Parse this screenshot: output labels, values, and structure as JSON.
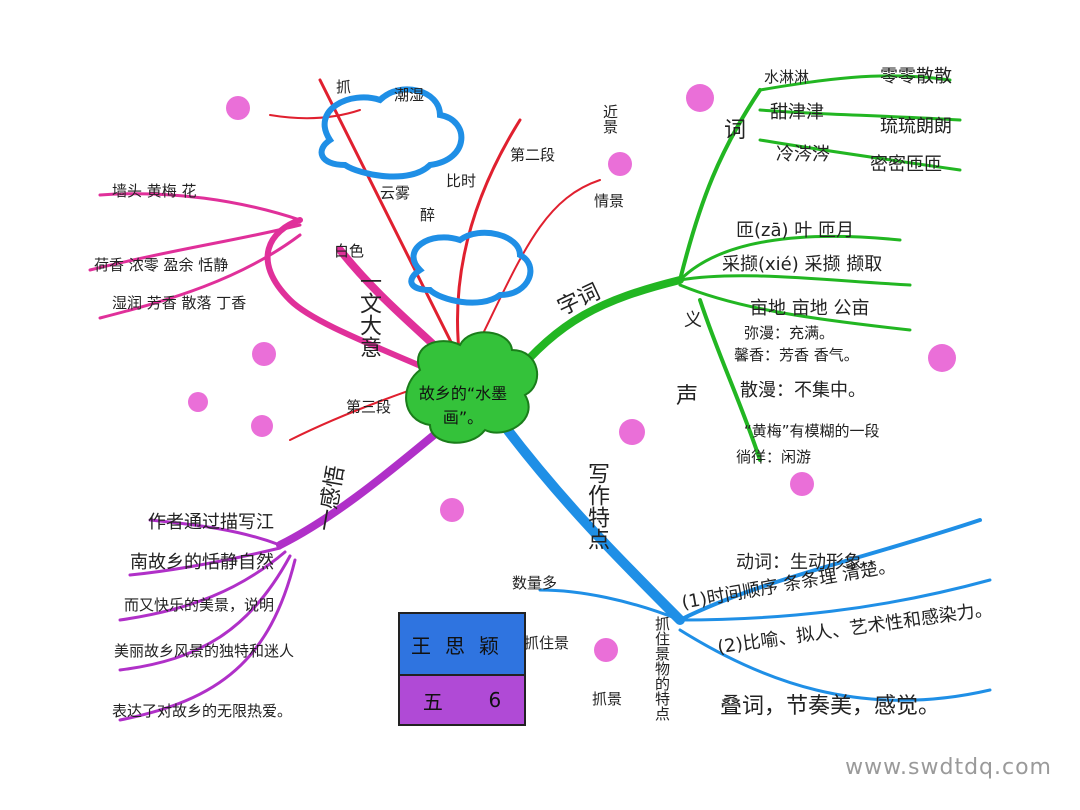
{
  "center": {
    "line1": "故乡的“水墨",
    "line2": "画”。"
  },
  "branch_labels": {
    "wen_da_yi": "一文大意",
    "zi_ci": "字词",
    "xie_zuo_te_dian": "写作特点",
    "gan_wu": "一感悟"
  },
  "wen_da_yi": {
    "mid": [
      "抓",
      "潮湿",
      "白色",
      "云雾",
      "醉",
      "比时",
      "第二段",
      "近景",
      "情景"
    ],
    "left_rows": [
      "墙头 黄梅 花",
      "荷香 浓零 盈余 恬静",
      "湿润 芳香 散落 丁香"
    ],
    "other": [
      "第三段"
    ]
  },
  "zi_ci": {
    "ci_label": "词",
    "ci_left": [
      "水淋淋",
      "甜津津",
      "冷涔涔"
    ],
    "ci_right": [
      "零零散散",
      "琉琉朗朗",
      "密密匝匝"
    ],
    "yi_rows": [
      "匝(zā) 叶 匝月",
      "采撷(xié) 采撷 撷取",
      "亩地 亩地 公亩"
    ],
    "yi_label": "义",
    "sheng_label": "声",
    "sheng_rows": [
      "弥漫：充满。",
      "馨香：芳香 香气。",
      "散漫：不集中。",
      "“黄梅”有模糊的一段",
      "徜徉：闲游"
    ]
  },
  "xie_zuo": {
    "rows": [
      "动词：生动形象",
      "(1)时间顺序 条条理 清楚。",
      "(2)比喻、拟人、艺术性和感染力。",
      "叠词，节奏美，感觉。"
    ],
    "left_small": [
      "数量多",
      "抓住景",
      "抓景"
    ],
    "vert": "抓住景物的特点"
  },
  "gan_wu": {
    "rows": [
      "作者通过描写江",
      "南故乡的恬静自然",
      "而又快乐的美景，说明",
      "美丽故乡风景的独特和迷人",
      "表达了对故乡的无限热爱。"
    ]
  },
  "author_box": {
    "name": "王思颖",
    "class_label": "五",
    "class_no": "6"
  },
  "watermark": "www.swdtdq.com",
  "colors": {
    "pink": "#e0309a",
    "red": "#e0202f",
    "green": "#22b622",
    "blue": "#1f8fe6",
    "magenta": "#b030c8",
    "flower": "#ea6fd8"
  }
}
